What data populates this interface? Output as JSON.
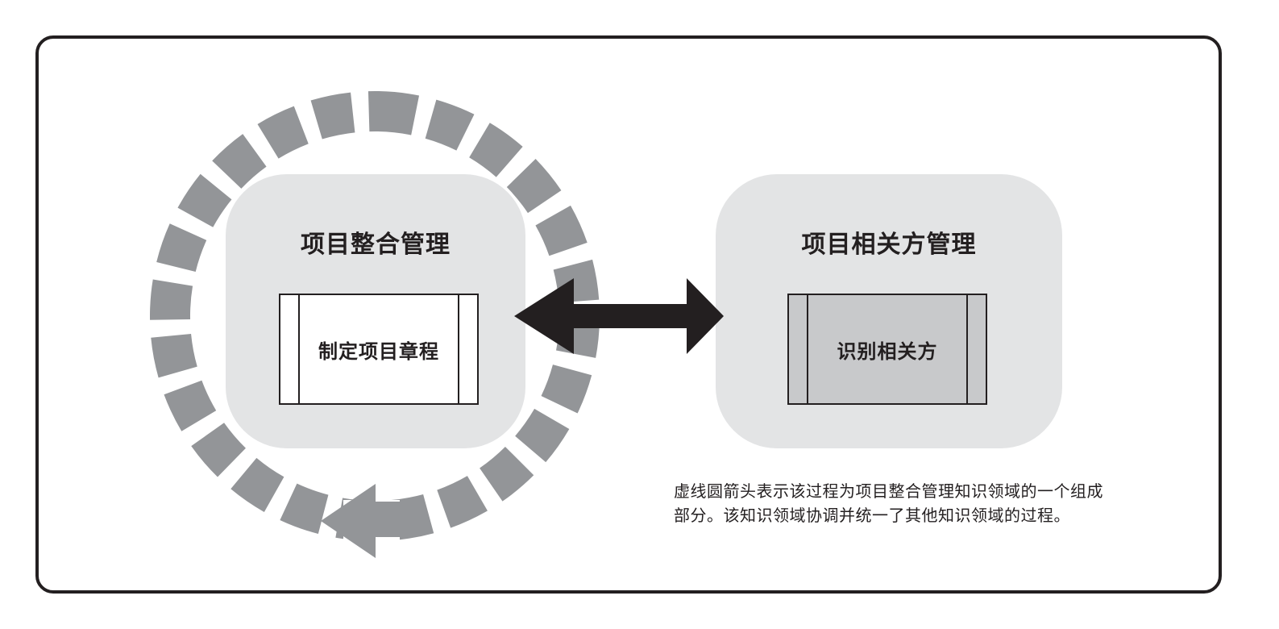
{
  "diagram": {
    "left_area": {
      "title": "项目整合管理",
      "process": "制定项目章程",
      "fill_color": "#e3e4e5",
      "process_fill": "#ffffff"
    },
    "right_area": {
      "title": "项目相关方管理",
      "process": "识别相关方",
      "fill_color": "#e3e4e5",
      "process_fill": "#c8c9cb"
    },
    "caption": "虚线圆箭头表示该过程为项目整合管理知识领域的一个组成部分。该知识领域协调并统一了其他知识领域的过程。",
    "colors": {
      "dashed_circle": "#939598",
      "double_arrow": "#231f20",
      "border": "#231f20"
    },
    "icons": {
      "cycle": "dashed-circular-arrow-icon",
      "link": "double-headed-arrow-icon"
    }
  }
}
